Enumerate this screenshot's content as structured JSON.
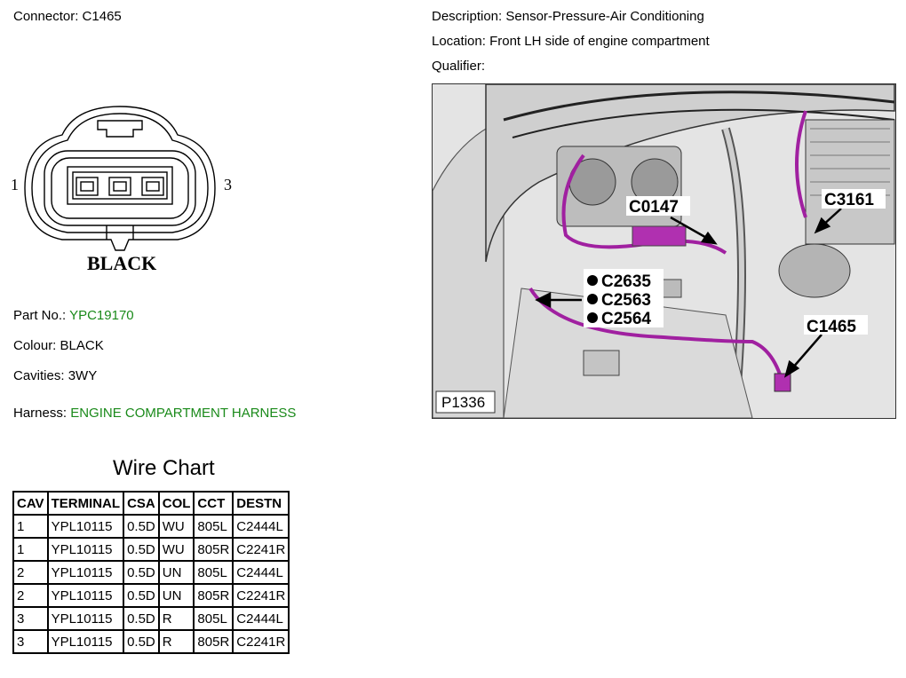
{
  "connector": {
    "label": "Connector:",
    "value": "C1465"
  },
  "description": {
    "label": "Description:",
    "value": "Sensor-Pressure-Air Conditioning"
  },
  "location": {
    "label": "Location:",
    "value": "Front LH side of engine compartment"
  },
  "qualifier": {
    "label": "Qualifier:",
    "value": ""
  },
  "diagram": {
    "pin_left": "1",
    "pin_right": "3",
    "color_label": "BLACK"
  },
  "part": {
    "label": "Part No.:",
    "value": "YPC19170"
  },
  "colour": {
    "label": "Colour:",
    "value": "BLACK"
  },
  "cavities": {
    "label": "Cavities:",
    "value": "3WY"
  },
  "harness": {
    "label": "Harness:",
    "value": "ENGINE COMPARTMENT HARNESS"
  },
  "colors": {
    "link_green": "#1a8a1a",
    "harness_purple": "#a020a0"
  },
  "photo": {
    "code": "P1336",
    "callouts": [
      "C0147",
      "C3161",
      "C2635",
      "C2563",
      "C2564",
      "C1465"
    ]
  },
  "wire_chart": {
    "title": "Wire Chart",
    "headers": [
      "CAV",
      "TERMINAL",
      "CSA",
      "COL",
      "CCT",
      "DESTN"
    ],
    "rows": [
      [
        "1",
        "YPL10115",
        "0.5D",
        "WU",
        "805L",
        "C2444L"
      ],
      [
        "1",
        "YPL10115",
        "0.5D",
        "WU",
        "805R",
        "C2241R"
      ],
      [
        "2",
        "YPL10115",
        "0.5D",
        "UN",
        "805L",
        "C2444L"
      ],
      [
        "2",
        "YPL10115",
        "0.5D",
        "UN",
        "805R",
        "C2241R"
      ],
      [
        "3",
        "YPL10115",
        "0.5D",
        "R",
        "805L",
        "C2444L"
      ],
      [
        "3",
        "YPL10115",
        "0.5D",
        "R",
        "805R",
        "C2241R"
      ]
    ]
  }
}
